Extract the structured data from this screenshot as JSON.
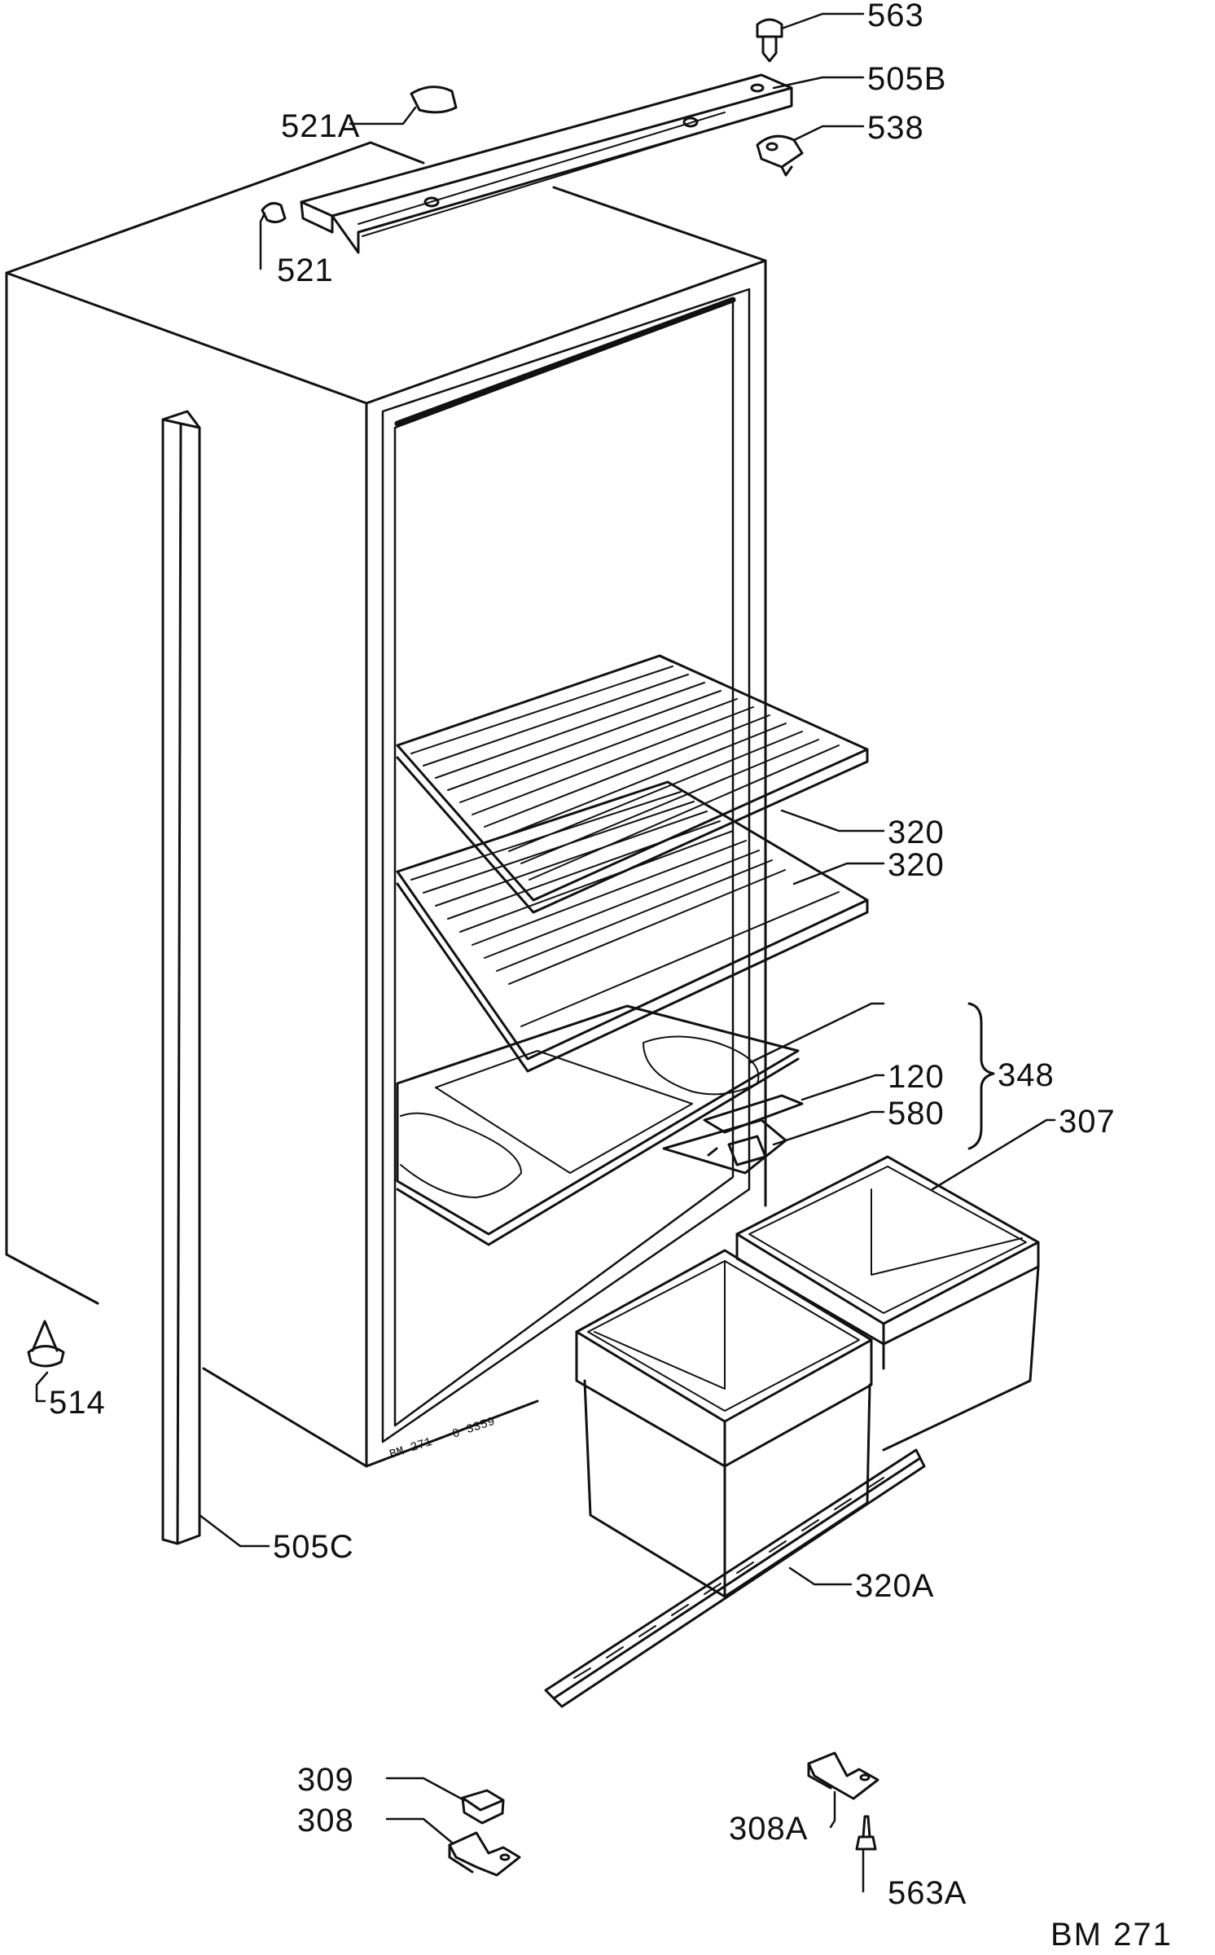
{
  "diagram": {
    "title": "BM 271",
    "drawing_code": "BM 271 - 0 3359",
    "labels": {
      "p563": "563",
      "p505b": "505B",
      "p521a": "521A",
      "p538": "538",
      "p521": "521",
      "p320_upper": "320",
      "p320_lower": "320",
      "p348": "348",
      "p120": "120",
      "p580": "580",
      "p307": "307",
      "p514": "514",
      "p505c": "505C",
      "p320a": "320A",
      "p309": "309",
      "p308": "308",
      "p308a": "308A",
      "p563a": "563A"
    }
  }
}
